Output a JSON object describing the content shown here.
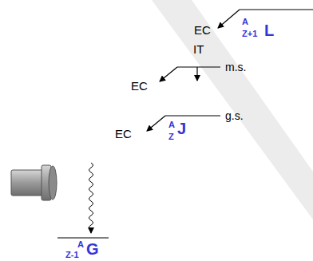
{
  "diagram": {
    "labels": [
      "EC",
      "A",
      "Z+1",
      "L",
      "IT",
      "m.s.",
      "EC",
      "g.s.",
      "EC",
      "A",
      "Z",
      "J",
      "A",
      "Z-1",
      "G"
    ]
  }
}
